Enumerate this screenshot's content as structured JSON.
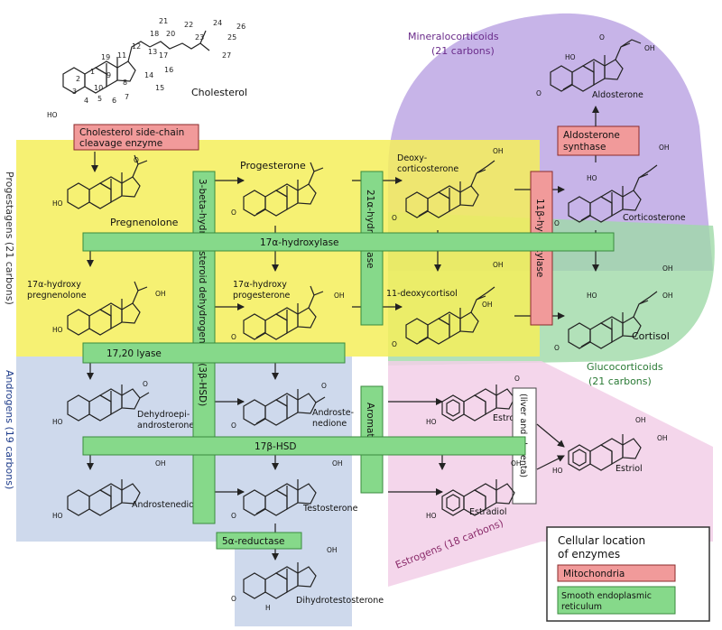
{
  "regions": {
    "mineralocorticoids": {
      "title": "Mineralocorticoids",
      "carbons": "(21 carbons)",
      "color": "#b49be0"
    },
    "glucocorticoids": {
      "title": "Glucocorticoids",
      "carbons": "(21 carbons)",
      "color": "#9fd9a8"
    },
    "progestagens": {
      "title": "Progestagens (21 carbons)",
      "color": "#f5ef5a"
    },
    "androgens": {
      "title": "Androgens (19 carbons)",
      "color": "#c9d5ea"
    },
    "estrogens": {
      "title": "Estrogens (18 carbons)",
      "color": "#f2cfe8"
    }
  },
  "molecules": {
    "cholesterol": "Cholesterol",
    "pregnenolone": "Pregnenolone",
    "progesterone": "Progesterone",
    "deoxycorticosterone_1": "Deoxy-",
    "deoxycorticosterone_2": "corticosterone",
    "corticosterone": "Corticosterone",
    "aldosterone": "Aldosterone",
    "hydroxypregnenolone_1": "17α-hydroxy",
    "hydroxypregnenolone_2": "pregnenolone",
    "hydroxyprogesterone_1": "17α-hydroxy",
    "hydroxyprogesterone_2": "progesterone",
    "deoxycortisol": "11-deoxycortisol",
    "cortisol": "Cortisol",
    "dhea_1": "Dehydroepi-",
    "dhea_2": "androsterone",
    "androstenedione_1": "Androste-",
    "androstenedione_2": "nedione",
    "estrone": "Estrone",
    "estriol": "Estriol",
    "androstenediol": "Androstenediol",
    "testosterone": "Testosterone",
    "estradiol": "Estradiol",
    "dht": "Dihydrotestosterone"
  },
  "enzymes": {
    "scc_1": "Cholesterol side-chain",
    "scc_2": "cleavage enzyme",
    "hsd3b": "3-beta-hydroxysteroid dehydrogenase (3β-HSD)",
    "hydroxylase21": "21α-hydroxylase",
    "hydroxylase11b": "11β-hydroxylase",
    "hydroxylase17a": "17α-hydroxylase",
    "lyase1720": "17,20 lyase",
    "hsd17b": "17β-HSD",
    "aromatase": "Aromatase",
    "reductase5a": "5α-reductase",
    "aldo_synthase_1": "Aldosterone",
    "aldo_synthase_2": "synthase",
    "liver_placenta": "(liver and placenta)"
  },
  "atoms": {
    "oh": "OH",
    "o": "O",
    "ho": "HO",
    "h": "H"
  },
  "cholesterol_numbers": [
    "1",
    "2",
    "3",
    "4",
    "5",
    "6",
    "7",
    "8",
    "9",
    "10",
    "11",
    "12",
    "13",
    "14",
    "15",
    "16",
    "17",
    "18",
    "19",
    "20",
    "21",
    "22",
    "23",
    "24",
    "25",
    "26",
    "27"
  ],
  "legend": {
    "title_1": "Cellular location",
    "title_2": "of enzymes",
    "mito": "Mitochondria",
    "mito_color": "#f19a9a",
    "ser_1": "Smooth endoplasmic",
    "ser_2": "reticulum",
    "ser_color": "#86d98a"
  }
}
